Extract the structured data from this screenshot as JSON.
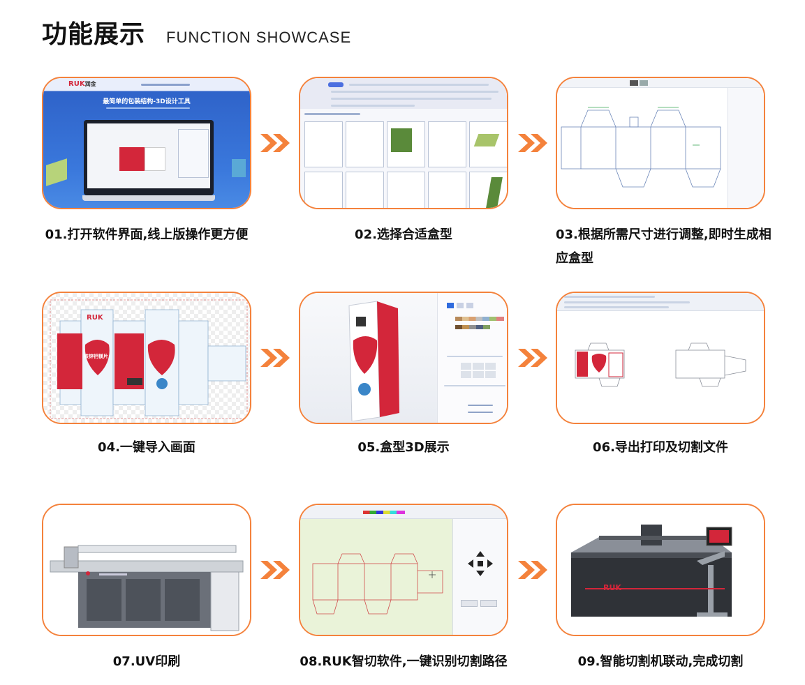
{
  "header": {
    "title_cn": "功能展示",
    "title_en": "FUNCTION SHOWCASE"
  },
  "steps": [
    {
      "caption": "01.打开软件界面,线上版操作更方便",
      "thumb": "web-software-landing"
    },
    {
      "caption": "02.选择合适盒型",
      "thumb": "box-template-library"
    },
    {
      "caption": "03.根据所需尺寸进行调整,即时生成相应盒型",
      "thumb": "dieline-editor"
    },
    {
      "caption": "04.一键导入画面",
      "thumb": "artwork-import"
    },
    {
      "caption": "05.盒型3D展示",
      "thumb": "3d-box-preview"
    },
    {
      "caption": "06.导出打印及切割文件",
      "thumb": "export-print-cut-files"
    },
    {
      "caption": "07.UV印刷",
      "thumb": "uv-printer-machine"
    },
    {
      "caption": "08.RUK智切软件,一键识别切割路径",
      "thumb": "cutting-path-software"
    },
    {
      "caption": "09.智能切割机联动,完成切割",
      "thumb": "smart-cutting-machine"
    }
  ],
  "thumb_text": {
    "landing_heading": "最简单的包装结构-3D设计工具",
    "brand": "RUK",
    "brand_cn": "润金",
    "product_cn": "铁锌钙镁片",
    "machine_logo": "RUK"
  },
  "colors": {
    "accent_orange": "#f4823c",
    "landing_blue": "#2a5fc4",
    "box_red": "#d3263a",
    "grid_green": "#eaf3d9"
  }
}
